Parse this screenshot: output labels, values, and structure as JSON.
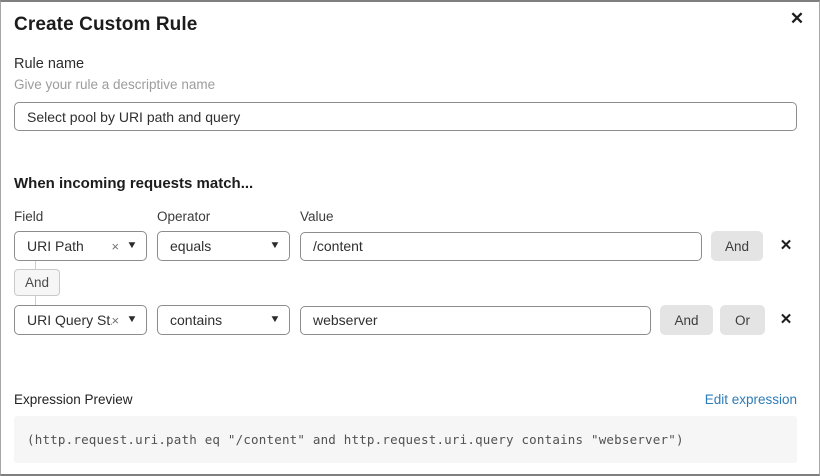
{
  "dialog": {
    "title": "Create Custom Rule",
    "close_icon": "✕"
  },
  "rule_name": {
    "label": "Rule name",
    "helper": "Give your rule a descriptive name",
    "value": "Select pool by URI path and query"
  },
  "match_section": {
    "heading": "When incoming requests match...",
    "columns": {
      "field": "Field",
      "operator": "Operator",
      "value": "Value"
    },
    "and_label": "And",
    "or_label": "Or",
    "connector_label": "And",
    "clear_icon": "×",
    "caret_icon": "▼",
    "remove_icon": "✕",
    "rows": [
      {
        "field": "URI Path",
        "operator": "equals",
        "value": "/content"
      },
      {
        "field": "URI Query St...",
        "operator": "contains",
        "value": "webserver"
      }
    ]
  },
  "expression": {
    "label": "Expression Preview",
    "edit_link": "Edit expression",
    "code": "(http.request.uri.path eq \"/content\" and http.request.uri.query contains \"webserver\")"
  },
  "colors": {
    "link_blue": "#2c7cb8",
    "button_gray": "#e4e4e4",
    "code_bg": "#f6f6f6"
  }
}
